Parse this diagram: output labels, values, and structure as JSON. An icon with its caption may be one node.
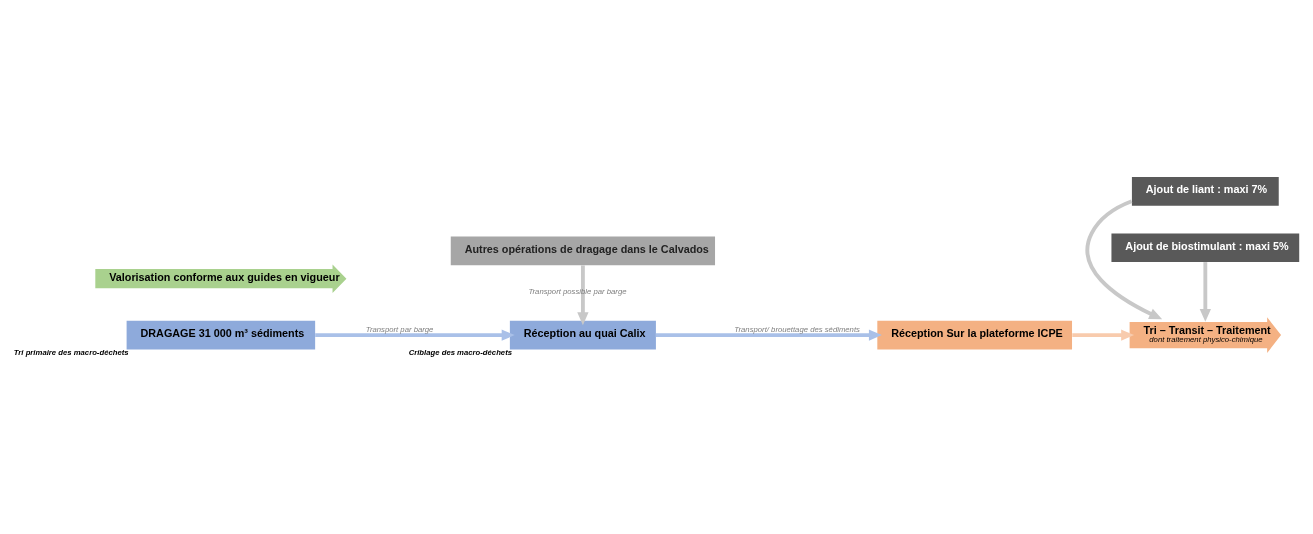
{
  "diagram": {
    "nodes": [
      {
        "text": [
          "DRAGAGE 31 000 m³ sédiments"
        ],
        "beside": [
          "Tri primaire des macro-déchets"
        ]
      },
      {
        "text": [
          "Réception au quai Calix"
        ],
        "beside": [
          "Criblage des macro-déchets"
        ]
      },
      {
        "text": [
          "Autres opérations de dragage dans le Calvados"
        ]
      },
      {
        "text": [
          "Réception Sur la plateforme ICPE"
        ]
      },
      {
        "text": [
          "Tri – Transit – Traitement",
          "dont traitement physico-chimique"
        ]
      },
      {
        "text": [
          "Valorisation conforme aux guides en vigueur"
        ]
      },
      {
        "text": [
          "Ajout de liant : maxi 7%"
        ]
      },
      {
        "text": [
          "Ajout de biostimulant : maxi 5%"
        ]
      }
    ],
    "edges": [
      {
        "from": 0,
        "to": 1,
        "arrow": "to",
        "label": "Transport par barge",
        "color": "#a9c0e8"
      },
      {
        "from": 1,
        "to": 3,
        "arrow": "to",
        "label": "Transport/ brouettage des sédiments",
        "color": "#a9c0e8"
      },
      {
        "from": 2,
        "to": 1,
        "arrow": "to",
        "label": "Transport possible par barge"
      },
      {
        "from": 3,
        "to": 4,
        "arrow": "to",
        "color": "#f8cbad"
      },
      {
        "from": 6,
        "to": 4,
        "arrow": "to"
      },
      {
        "from": 7,
        "to": 4,
        "arrow": "to"
      }
    ]
  }
}
